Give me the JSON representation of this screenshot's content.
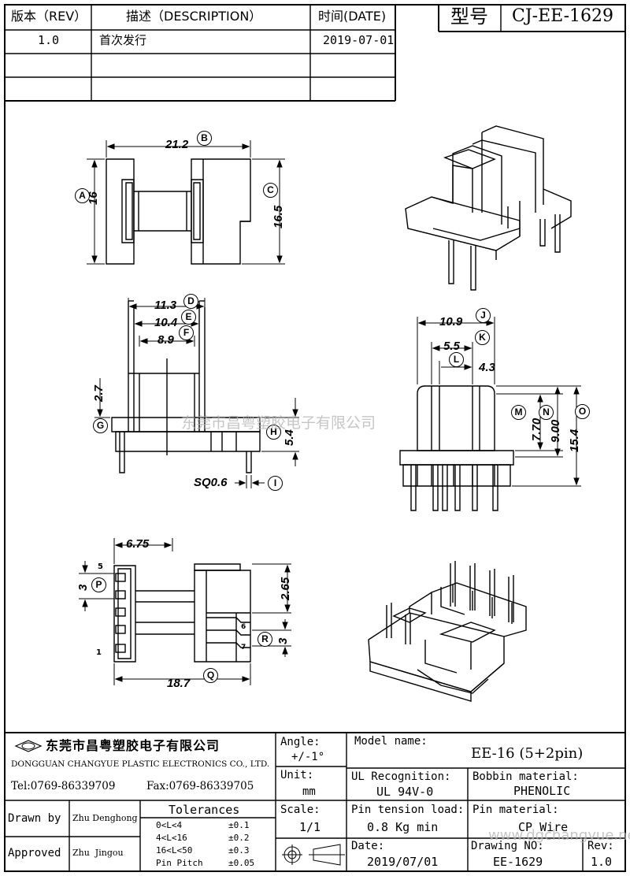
{
  "revision_table": {
    "headers": {
      "rev": "版本（REV）",
      "desc": "描述（DESCRIPTION）",
      "date": "时间(DATE)"
    },
    "rows": [
      {
        "rev": "1.0",
        "desc": "首次发行",
        "date": "2019-07-01"
      }
    ]
  },
  "model_box": {
    "label": "型号",
    "value": "CJ-EE-1629"
  },
  "dimensions": {
    "overall_width": "21.2",
    "height_a": "16",
    "height_c": "16.5",
    "d_113": "11.3",
    "e_104": "10.4",
    "f_89": "8.9",
    "g_27": "2.7",
    "h_54": "5.4",
    "pin_sq": "SQ0.6",
    "j_109": "10.9",
    "k_55": "5.5",
    "l_43": "4.3",
    "m_770": "7.70",
    "n_900": "9.00",
    "o_154": "15.4",
    "p_675": "6.75",
    "p_3": "3",
    "p_265": "2.65",
    "r_3": "3",
    "q_187": "18.7",
    "pin5": "5",
    "pin1": "1",
    "pin6": "6",
    "pin7": "7"
  },
  "callouts": {
    "A": "A",
    "B": "B",
    "C": "C",
    "D": "D",
    "E": "E",
    "F": "F",
    "G": "G",
    "H": "H",
    "I": "I",
    "J": "J",
    "K": "K",
    "L": "L",
    "M": "M",
    "N": "N",
    "O": "O",
    "P": "P",
    "Q": "Q",
    "R": "R"
  },
  "company": {
    "name_cn": "东莞市昌粤塑胶电子有限公司",
    "name_en": "DONGGUAN CHANGYUE PLASTIC ELECTRONICS CO., LTD.",
    "tel": "Tel:0769-86339709",
    "fax": "Fax:0769-86339705"
  },
  "title_block": {
    "angle_label": "Angle:",
    "angle_value": "+/-1°",
    "unit_label": "Unit:",
    "unit_value": "mm",
    "scale_label": "Scale:",
    "scale_value": "1/1",
    "model_label": "Model name:",
    "model_value": "EE-16 (5+2pin)",
    "ul_label": "UL Recognition:",
    "ul_value": "UL 94V-0",
    "bobbin_label": "Bobbin material:",
    "bobbin_value": "PHENOLIC",
    "tension_label": "Pin tension load:",
    "tension_value": "0.8 Kg min",
    "pin_label": "Pin material:",
    "pin_value": "CP Wire",
    "date_label": "Date:",
    "date_value": "2019/07/01",
    "drawing_label": "Drawing NO:",
    "drawing_value": "EE-1629",
    "rev_label": "Rev:",
    "rev_value": "1.0",
    "drawn_label": "Drawn by",
    "drawn_value": "Zhu Denghong",
    "approved_label": "Approved",
    "approved_value": "Zhu  Jingou",
    "tolerances_title": "Tolerances",
    "tolerances": [
      {
        "range": "0<L<4",
        "value": "±0.1"
      },
      {
        "range": "4<L<16",
        "value": "±0.2"
      },
      {
        "range": "16<L<50",
        "value": "±0.3"
      },
      {
        "range": "Pin Pitch",
        "value": "±0.05"
      }
    ]
  },
  "watermarks": {
    "center": "东莞市昌粤塑胶电子有限公司",
    "url": "www.dgchangyue.net"
  }
}
